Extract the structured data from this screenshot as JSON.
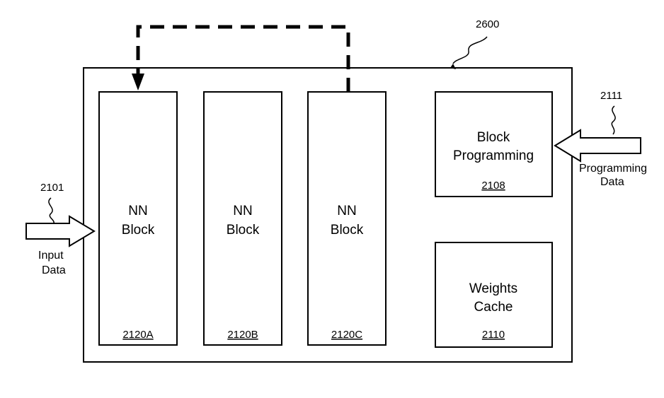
{
  "figure": {
    "chip_ref": "2600",
    "input_ref": "2101",
    "input_label_line1": "Input",
    "input_label_line2": "Data",
    "programming_ref": "2111",
    "programming_label_line1": "Programming",
    "programming_label_line2": "Data",
    "nn_blocks": [
      {
        "line1": "NN",
        "line2": "Block",
        "ref": "2120A"
      },
      {
        "line1": "NN",
        "line2": "Block",
        "ref": "2120B"
      },
      {
        "line1": "NN",
        "line2": "Block",
        "ref": "2120C"
      }
    ],
    "block_programming": {
      "line1": "Block",
      "line2": "Programming",
      "ref": "2108"
    },
    "weights_cache": {
      "line1": "Weights",
      "line2": "Cache",
      "ref": "2110"
    }
  }
}
